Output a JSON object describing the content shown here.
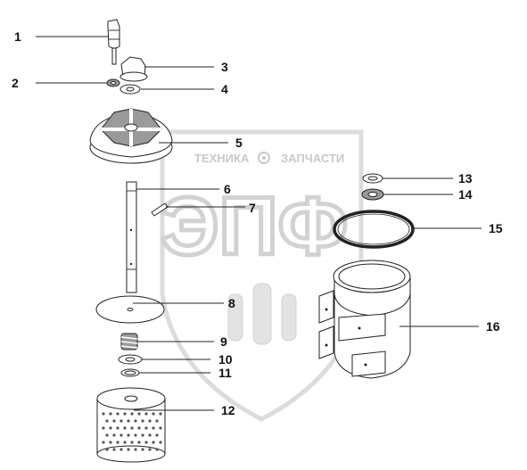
{
  "watermark": {
    "text_left": "ТЕХНИКА",
    "text_right": "ЗАПЧАСТИ",
    "logo": "ЭПФ"
  },
  "callouts": [
    "1",
    "2",
    "3",
    "4",
    "5",
    "6",
    "7",
    "8",
    "9",
    "10",
    "11",
    "12",
    "13",
    "14",
    "15",
    "16"
  ],
  "colors": {
    "line": "#222222",
    "watermark": "#cfcfcf",
    "shade": "#9a9a9a"
  }
}
